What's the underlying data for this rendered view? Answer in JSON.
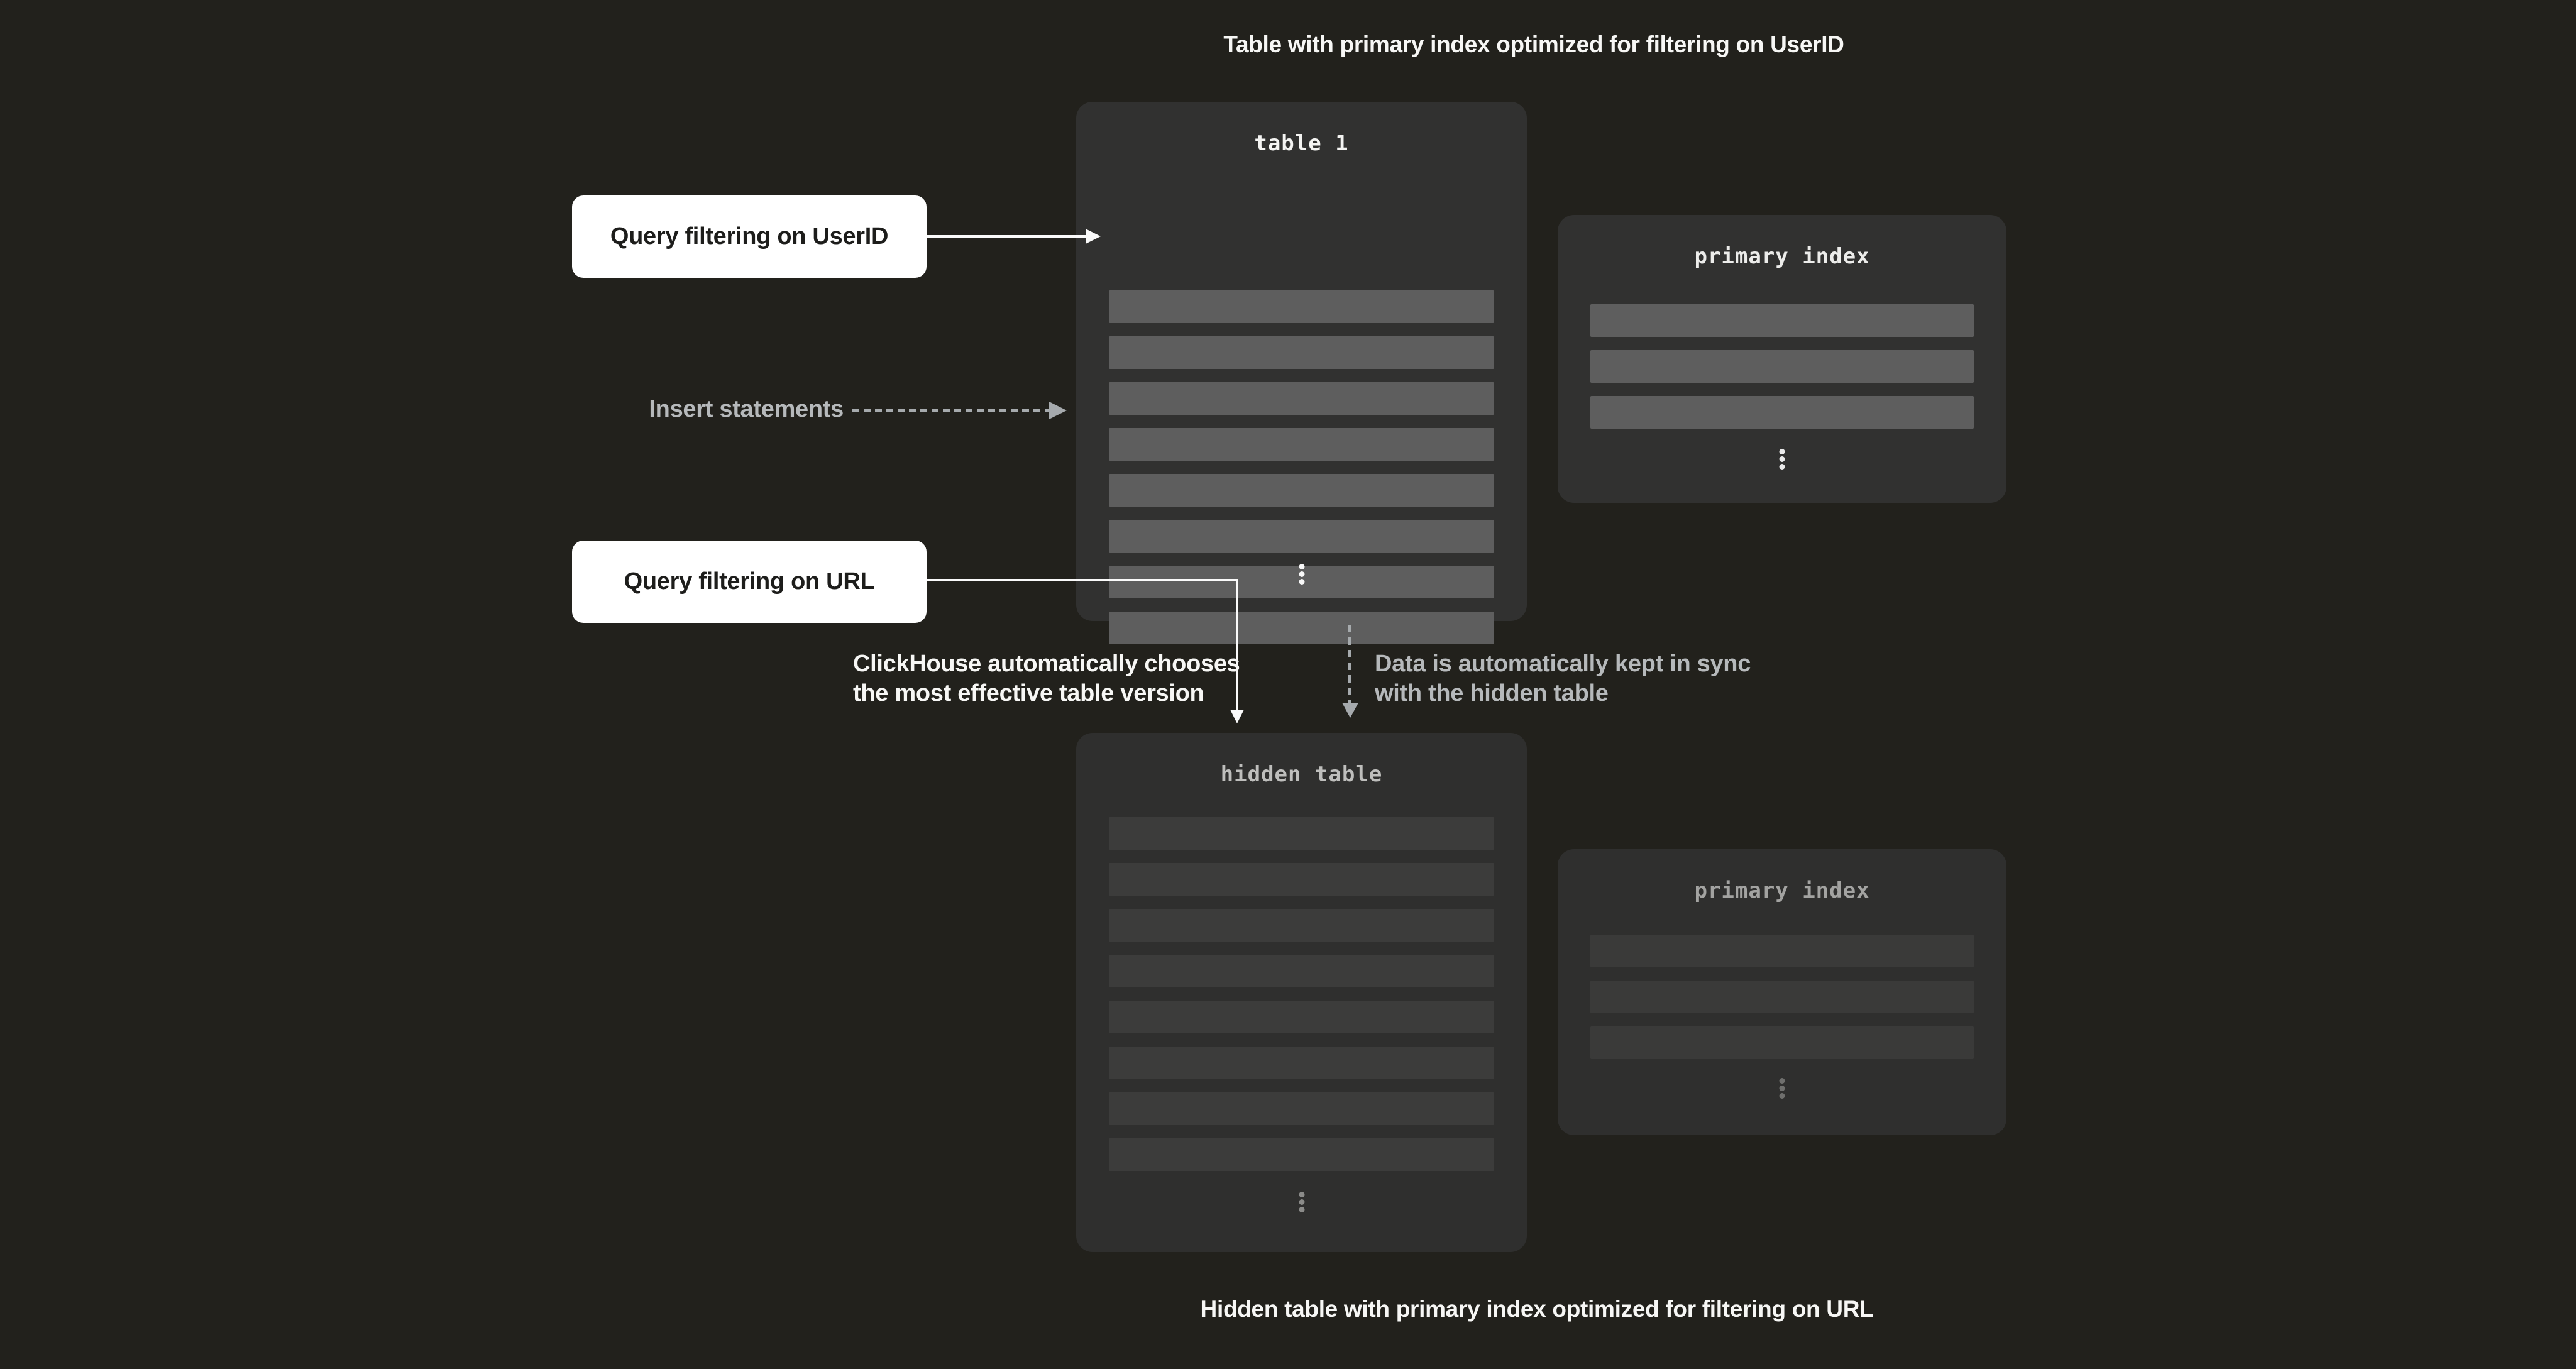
{
  "captions": {
    "top": "Table with primary index optimized for filtering on UserID",
    "bottom": "Hidden table with primary index optimized for filtering on URL"
  },
  "boxes": {
    "table1": {
      "title": "table 1",
      "row_count": 8
    },
    "primary_index_top": {
      "title": "primary index",
      "row_count": 3
    },
    "hidden_table": {
      "title": "hidden table",
      "row_count": 8
    },
    "primary_index_bottom": {
      "title": "primary index",
      "row_count": 3
    }
  },
  "labels": {
    "query_userid": "Query filtering on UserID",
    "query_url": "Query filtering on URL",
    "insert_statements": "Insert statements",
    "clickhouse_chooses": "ClickHouse automatically chooses\nthe most effective table version",
    "data_sync": "Data is automatically kept in sync\nwith the hidden table"
  },
  "colors": {
    "page_background": "#22211c",
    "box_background": "#313130",
    "row_light": "#5e5e5e",
    "row_dim": "#3c3c3b",
    "white_text": "#f7f7f5",
    "gray_text": "#b6b9bb",
    "arrow_white": "#fafafa",
    "arrow_gray": "#a6aaad",
    "label_box_background": "#ffffff",
    "label_box_text": "#1d1d1b"
  }
}
